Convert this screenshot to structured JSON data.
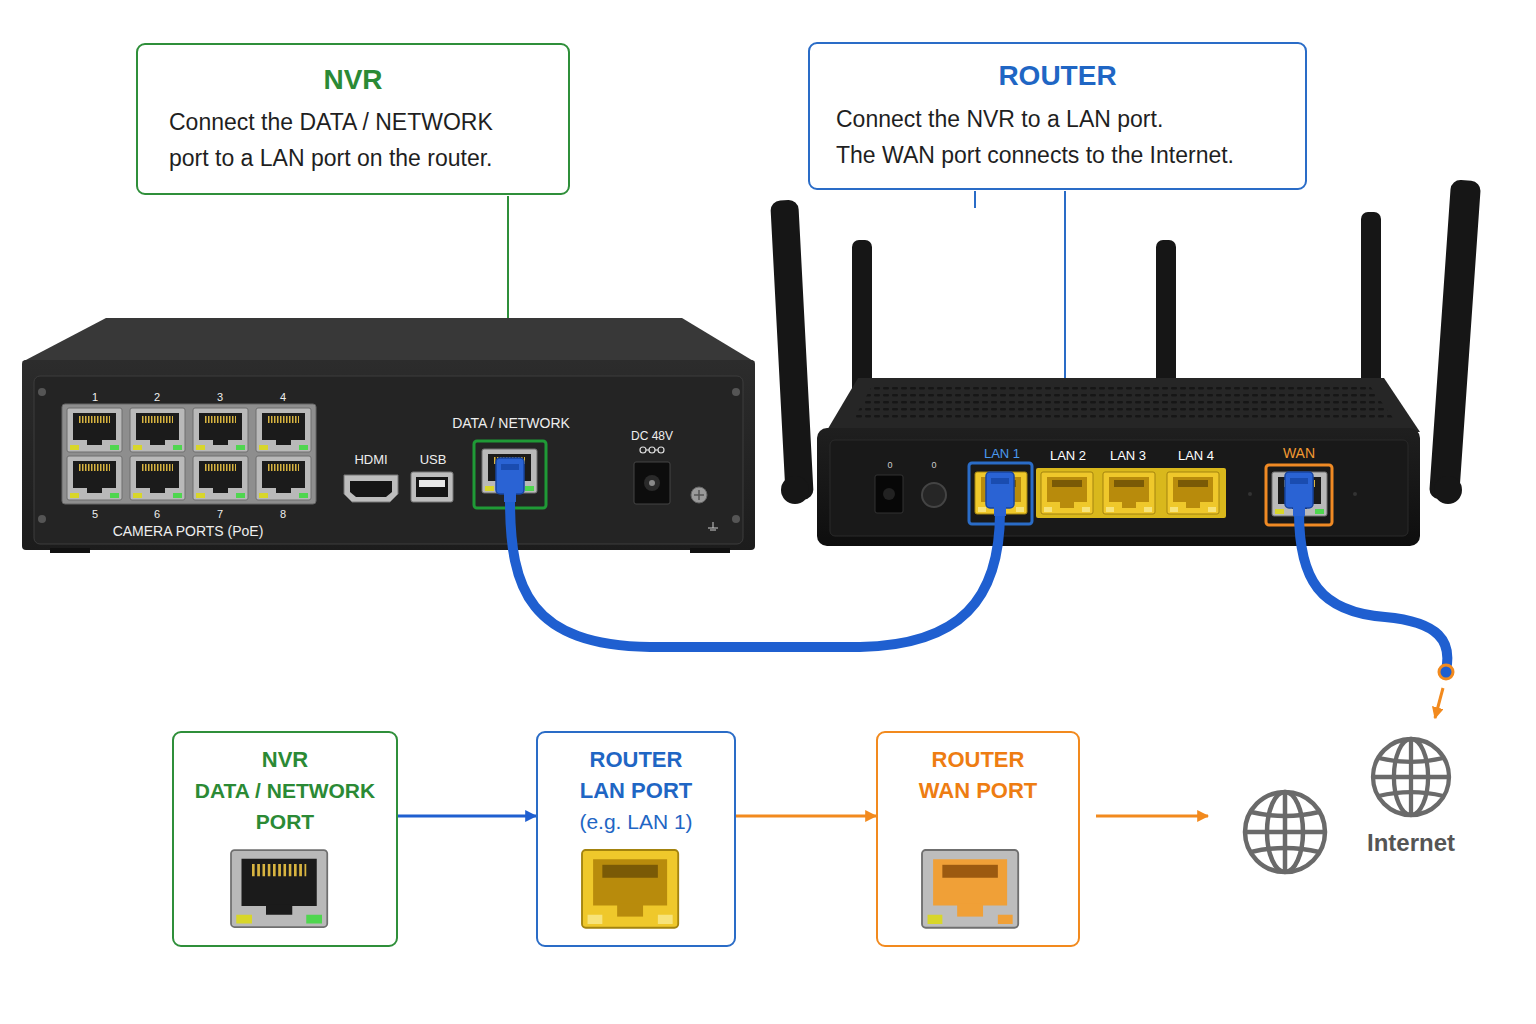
{
  "diagram": {
    "nodes": [
      {
        "text": [
          "NVR",
          "Connect the DATA / NETWORK port to a LAN port on the router."
        ]
      },
      {
        "text": [
          "ROUTER",
          "Connect the NVR to a LAN port.",
          "The WAN port connects to the Internet."
        ]
      },
      {
        "text": [
          "NVR",
          "DATA / NETWORK PORT"
        ]
      },
      {
        "text": [
          "ROUTER",
          "LAN PORT",
          "(e.g. LAN 1)"
        ]
      },
      {
        "text": [
          "ROUTER",
          "WAN PORT"
        ]
      }
    ],
    "edges": [
      {
        "from": 2,
        "to": 3,
        "arrow": "to"
      },
      {
        "from": 3,
        "to": 4,
        "arrow": "to"
      }
    ],
    "labels": [
      "1",
      "2",
      "3",
      "4",
      "5",
      "6",
      "7",
      "8",
      "CAMERA PORTS (PoE)",
      "HDMI",
      "USB",
      "DATA / NETWORK",
      "DC 48V",
      "0",
      "0",
      "LAN 1",
      "LAN 2",
      "LAN 3",
      "LAN 4",
      "WAN",
      "Internet"
    ]
  }
}
